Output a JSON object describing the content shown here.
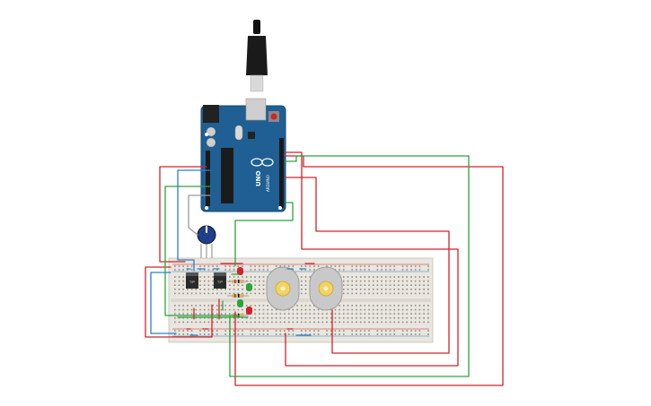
{
  "arduino": {
    "model_label": "UNO",
    "brand_label": "ARDUINO"
  },
  "colors": {
    "wire_red": "#d0232b",
    "wire_green": "#2aa43c",
    "wire_blue": "#2a7fc4",
    "wire_grey": "#9a9a9a",
    "board_blue": "#1f5f93",
    "breadboard": "#e9e6df",
    "motor_body": "#c9c9c9",
    "motor_shaft": "#f4d35e"
  },
  "components": {
    "transistor_label": "TIP"
  }
}
